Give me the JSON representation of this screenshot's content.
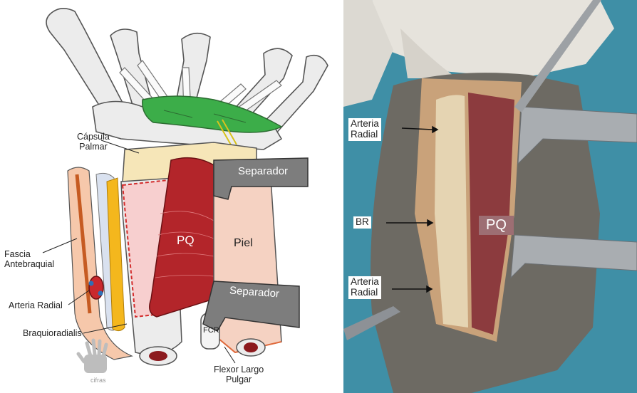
{
  "illustration": {
    "labels": {
      "capsula_palmar": "Cápsula\nPalmar",
      "separador_top": "Separador",
      "separador_bottom": "Separador",
      "pq": "PQ",
      "piel": "Piel",
      "fascia": "Fascia\nAntebraquial",
      "arteria_radial": "Arteria Radial",
      "braquioradialis": "Braquioradialis",
      "fcr": "FCR",
      "flexor": "Flexor Largo\nPulgar",
      "logo": "cifras"
    },
    "colors": {
      "muscle_pq": "#b3252a",
      "ligament_green": "#3cad49",
      "capsule": "#f6e6b8",
      "skin": "#f5d2c2",
      "retractor": "#7d7d7d",
      "artery": "#c9282d",
      "tendon_yellow": "#f4b71d"
    }
  },
  "photo": {
    "labels": {
      "arteria_top": "Arteria\nRadial",
      "br": "BR",
      "pq": "PQ",
      "arteria_bottom": "Arteria\nRadial"
    },
    "colors": {
      "drape": "#3f8fa6",
      "skin": "#6d6a63",
      "tissue": "#c9a27a",
      "muscle": "#8c3b3e",
      "retractor": "#a9adb1"
    }
  }
}
